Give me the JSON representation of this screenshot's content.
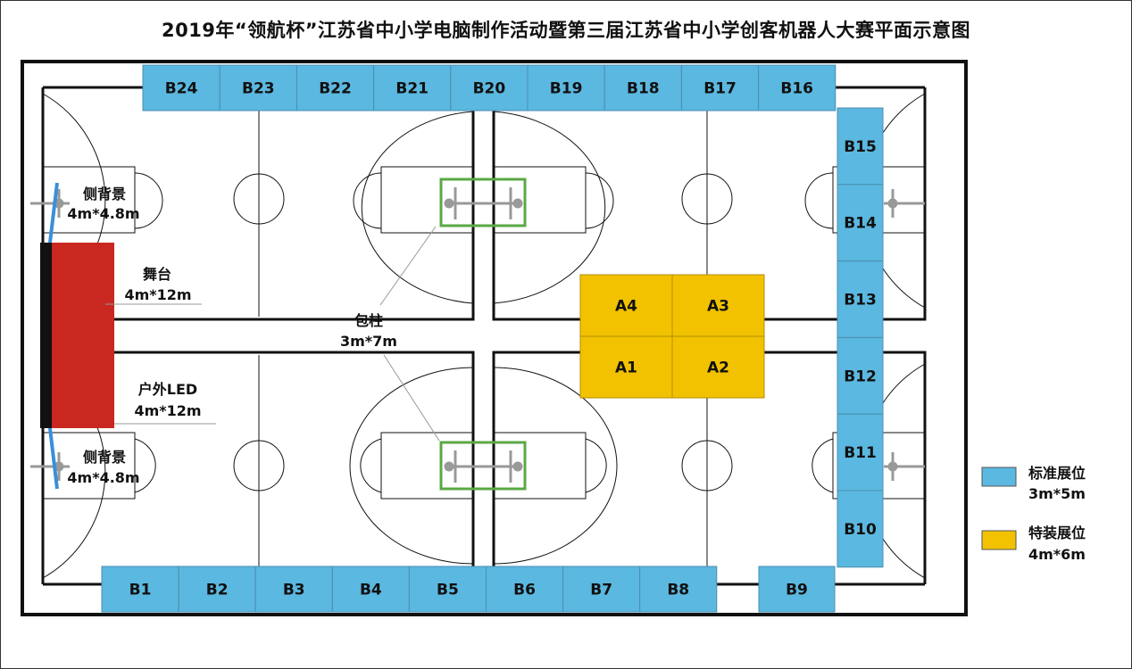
{
  "title": "2019年“领航杯”江苏省中小学电脑制作活动暨第三届江苏省中小学创客机器人大赛平面示意图",
  "colors": {
    "standard": "#5bb8e0",
    "special": "#f2c200",
    "stage": "#c8281f",
    "pillar": "#5aa845"
  },
  "booths_top": [
    "B24",
    "B23",
    "B22",
    "B21",
    "B20",
    "B19",
    "B18",
    "B17",
    "B16"
  ],
  "booths_right": [
    "B15",
    "B14",
    "B13",
    "B12",
    "B11",
    "B10"
  ],
  "booths_bottom": [
    "B1",
    "B2",
    "B3",
    "B4",
    "B5",
    "B6",
    "B7",
    "B8"
  ],
  "booth_b9": "B9",
  "special_booths": [
    "A4",
    "A3",
    "A1",
    "A2"
  ],
  "labels": {
    "side_bg_top": "侧背景",
    "side_bg_top_size": "4m*4.8m",
    "stage": "舞台",
    "stage_size": "4m*12m",
    "led": "户外LED",
    "led_size": "4m*12m",
    "side_bg_bottom": "侧背景",
    "side_bg_bottom_size": "4m*4.8m",
    "pillar": "包柱",
    "pillar_size": "3m*7m"
  },
  "legend": {
    "standard_label": "标准展位",
    "standard_size": "3m*5m",
    "special_label": "特装展位",
    "special_size": "4m*6m"
  }
}
